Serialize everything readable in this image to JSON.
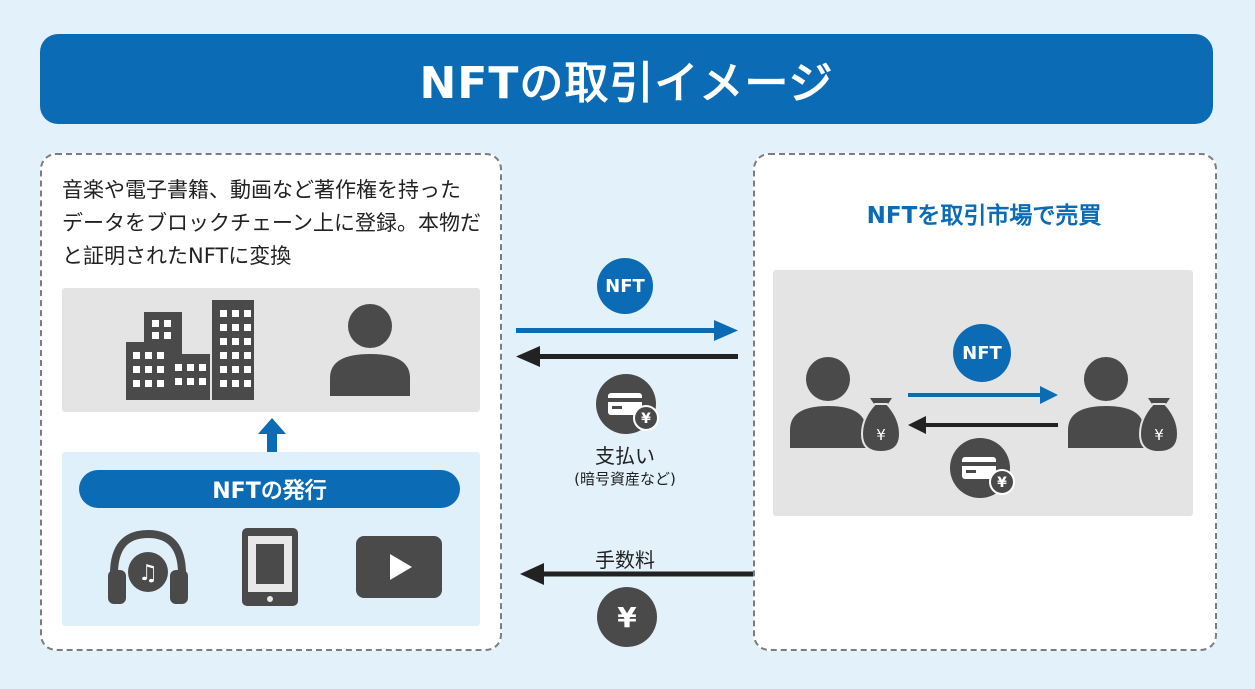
{
  "title": "NFTの取引イメージ",
  "left_panel": {
    "description_lines": [
      "音楽や電子書籍、動画など著作権を持った",
      "データをブロックチェーン上に登録。本物だ",
      "と証明されたNFTに変換"
    ],
    "issue_label": "NFTの発行",
    "icons": [
      "buildings-icon",
      "person-icon",
      "headphones-icon",
      "tablet-icon",
      "video-play-icon"
    ]
  },
  "flow": {
    "nft_badge": "NFT",
    "payment_label": "支払い",
    "payment_note": "(暗号資産など)",
    "fee_label": "手数料",
    "yen_symbol": "¥"
  },
  "right_panel": {
    "title": "NFTを取引市場で売買",
    "nft_badge": "NFT",
    "icons": [
      "person-icon",
      "money-bag-icon",
      "card-yen-icon"
    ]
  },
  "colors": {
    "accent": "#0b6cb5",
    "background": "#e3f1fb",
    "icon_dark": "#4a4a4a",
    "panel_gray": "#e4e4e4"
  }
}
